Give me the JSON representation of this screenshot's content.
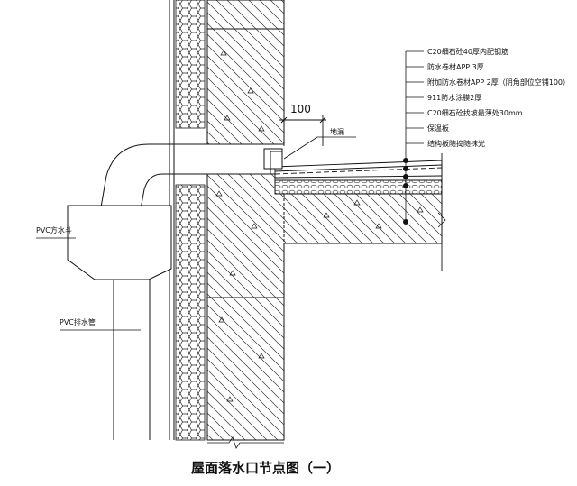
{
  "caption": "屋面落水口节点图（一）",
  "dimension": "100",
  "labels": {
    "floor_drain": "地漏",
    "pvc_hopper": "PVC方水斗",
    "pvc_pipe": "PVC排水管"
  },
  "layers": [
    "C20细石砼40厚内配钢筋",
    "防水卷材APP 3厚",
    "附加防水卷材APP 2厚（阴角部位空铺100）",
    "911防水涂膜2厚",
    "C20细石砼找坡最薄处30mm",
    "保温板",
    "结构板随捣随抹光"
  ]
}
